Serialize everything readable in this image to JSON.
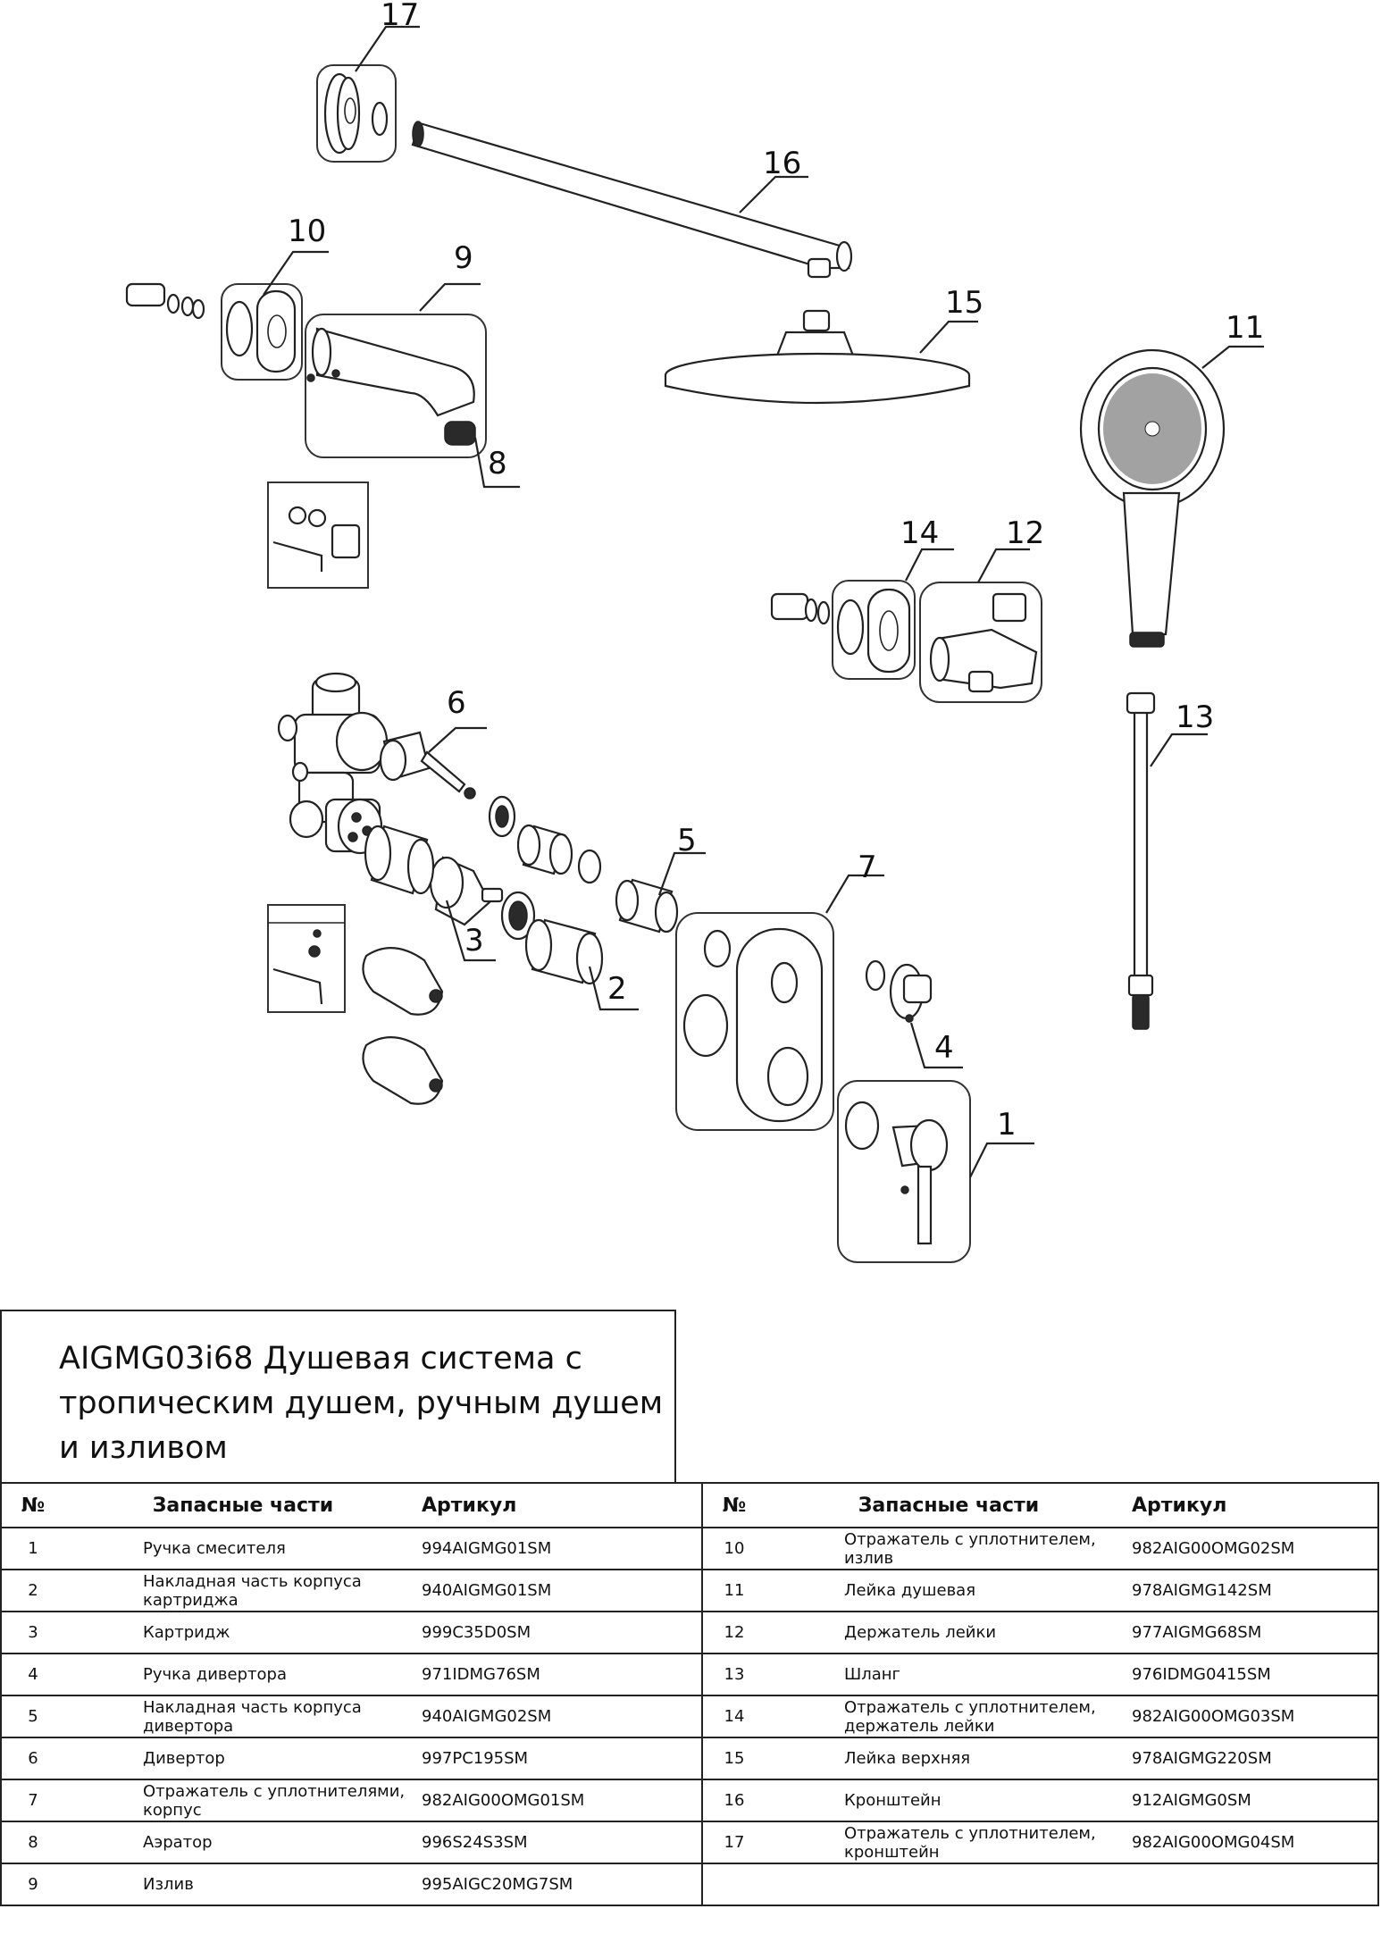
{
  "title": "AIGMG03i68 Душевая система с тропическим душем, ручным душем и изливом",
  "callouts": [
    "1",
    "2",
    "3",
    "4",
    "5",
    "6",
    "7",
    "8",
    "9",
    "10",
    "11",
    "12",
    "13",
    "14",
    "15",
    "16",
    "17"
  ],
  "table": {
    "headers": {
      "no": "№",
      "name": "Запасные части",
      "article": "Артикул"
    },
    "left": [
      {
        "no": "1",
        "name": "Ручка смесителя",
        "article": "994AIGMG01SM"
      },
      {
        "no": "2",
        "name": "Накладная часть корпуса картриджа",
        "article": "940AIGMG01SM"
      },
      {
        "no": "3",
        "name": "Картридж",
        "article": "999C35D0SM"
      },
      {
        "no": "4",
        "name": "Ручка дивертора",
        "article": "971IDMG76SM"
      },
      {
        "no": "5",
        "name": "Накладная часть корпуса дивертора",
        "article": "940AIGMG02SM"
      },
      {
        "no": "6",
        "name": "Дивертор",
        "article": "997PC195SM"
      },
      {
        "no": "7",
        "name": "Отражатель с уплотнителями, корпус",
        "article": "982AIG00OMG01SM"
      },
      {
        "no": "8",
        "name": "Аэратор",
        "article": "996S24S3SM"
      },
      {
        "no": "9",
        "name": "Излив",
        "article": "995AIGC20MG7SM"
      }
    ],
    "right": [
      {
        "no": "10",
        "name": "Отражатель с уплотнителем, излив",
        "article": "982AIG00OMG02SM"
      },
      {
        "no": "11",
        "name": "Лейка душевая",
        "article": "978AIGMG142SM"
      },
      {
        "no": "12",
        "name": "Держатель лейки",
        "article": "977AIGMG68SM"
      },
      {
        "no": "13",
        "name": "Шланг",
        "article": "976IDMG0415SM"
      },
      {
        "no": "14",
        "name": "Отражатель с уплотнителем, держатель лейки",
        "article": "982AIG00OMG03SM"
      },
      {
        "no": "15",
        "name": "Лейка верхняя",
        "article": "978AIGMG220SM"
      },
      {
        "no": "16",
        "name": "Кронштейн",
        "article": "912AIGMG0SM"
      },
      {
        "no": "17",
        "name": "Отражатель с уплотнителем, кронштейн",
        "article": "982AIG00OMG04SM"
      },
      {
        "no": "",
        "name": "",
        "article": ""
      }
    ]
  }
}
